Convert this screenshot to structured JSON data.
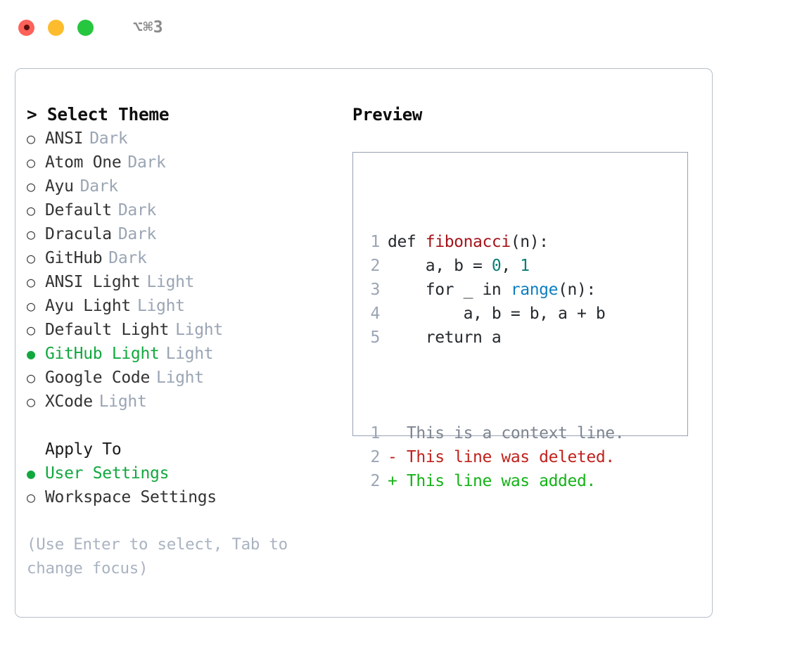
{
  "titlebar": {
    "shortcut": "⌥⌘3",
    "lights": [
      {
        "name": "close",
        "color": "#fd6159"
      },
      {
        "name": "minimize",
        "color": "#fdbc2e"
      },
      {
        "name": "maximize",
        "color": "#27c63f"
      }
    ]
  },
  "theme_picker": {
    "title": "> Select Theme",
    "marker": "> ",
    "bullet_unselected": "○",
    "bullet_selected": "●",
    "accent_color": "#12a83f",
    "badge_color": "#9aa5b4",
    "items": [
      {
        "label": "ANSI",
        "badge": "Dark",
        "selected": false
      },
      {
        "label": "Atom One",
        "badge": "Dark",
        "selected": false
      },
      {
        "label": "Ayu",
        "badge": "Dark",
        "selected": false
      },
      {
        "label": "Default",
        "badge": "Dark",
        "selected": false
      },
      {
        "label": "Dracula",
        "badge": "Dark",
        "selected": false
      },
      {
        "label": "GitHub",
        "badge": "Dark",
        "selected": false
      },
      {
        "label": "ANSI Light",
        "badge": "Light",
        "selected": false
      },
      {
        "label": "Ayu Light",
        "badge": "Light",
        "selected": false
      },
      {
        "label": "Default Light",
        "badge": "Light",
        "selected": false
      },
      {
        "label": "GitHub Light",
        "badge": "Light",
        "selected": true
      },
      {
        "label": "Google Code",
        "badge": "Light",
        "selected": false
      },
      {
        "label": "XCode",
        "badge": "Light",
        "selected": false
      }
    ]
  },
  "apply_to": {
    "title": "Apply To",
    "items": [
      {
        "label": "User Settings",
        "selected": true
      },
      {
        "label": "Workspace Settings",
        "selected": false
      }
    ]
  },
  "hint": "(Use Enter to select, Tab to change focus)",
  "preview": {
    "title": "Preview",
    "code_lines": [
      {
        "n": "1",
        "segments": [
          {
            "text": "def ",
            "type": "plain"
          },
          {
            "text": "fibonacci",
            "type": "func"
          },
          {
            "text": "(n):",
            "type": "plain"
          }
        ]
      },
      {
        "n": "2",
        "segments": [
          {
            "text": "    a, b = ",
            "type": "plain"
          },
          {
            "text": "0",
            "type": "num"
          },
          {
            "text": ", ",
            "type": "plain"
          },
          {
            "text": "1",
            "type": "num"
          }
        ]
      },
      {
        "n": "3",
        "segments": [
          {
            "text": "    for _ in ",
            "type": "plain"
          },
          {
            "text": "range",
            "type": "call"
          },
          {
            "text": "(n):",
            "type": "plain"
          }
        ]
      },
      {
        "n": "4",
        "segments": [
          {
            "text": "        a, b = b, a + b",
            "type": "plain"
          }
        ]
      },
      {
        "n": "5",
        "segments": [
          {
            "text": "    return a",
            "type": "plain"
          }
        ]
      }
    ],
    "diff_lines": [
      {
        "n": "1",
        "marker": "  ",
        "text": "This is a context line.",
        "kind": "ctx"
      },
      {
        "n": "2",
        "marker": "- ",
        "text": "This line was deleted.",
        "kind": "del"
      },
      {
        "n": "2",
        "marker": "+ ",
        "text": "This line was added.",
        "kind": "add"
      }
    ]
  }
}
